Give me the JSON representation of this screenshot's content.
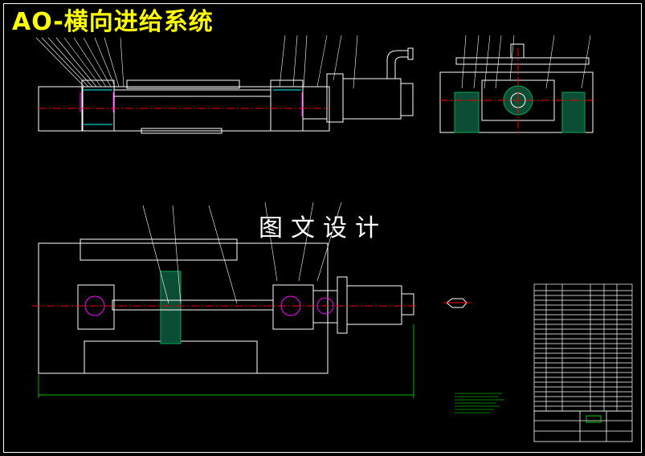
{
  "drawing": {
    "title": "AO-横向进给系统",
    "watermark": "图文设计"
  },
  "colors": {
    "background": "#000000",
    "outline": "#ffffff",
    "title": "#ffff00",
    "centerline": "#ff0000",
    "hatch": "#00ffff",
    "section": "#00aa55",
    "dimension": "#00ff00",
    "fastener": "#ff00ff"
  },
  "views": [
    "front-elevation",
    "side-section",
    "plan-view",
    "small-detail",
    "parts-list",
    "title-block"
  ]
}
